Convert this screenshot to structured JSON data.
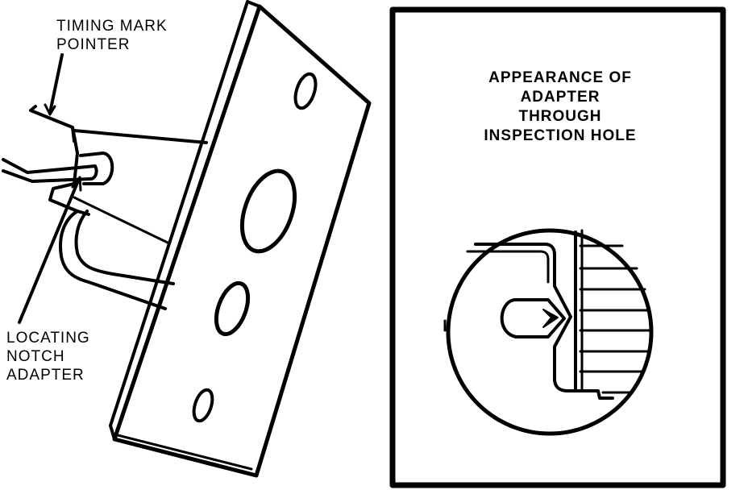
{
  "labels": {
    "timing_mark_pointer": [
      "TIMING MARK",
      "POINTER"
    ],
    "locating_notch_adapter": [
      "LOCATING",
      "NOTCH",
      "ADAPTER"
    ],
    "inspection_caption": [
      "APPEARANCE OF",
      "ADAPTER",
      "THROUGH",
      "INSPECTION HOLE"
    ]
  },
  "colors": {
    "ink": "#000000",
    "paper": "#ffffff"
  }
}
